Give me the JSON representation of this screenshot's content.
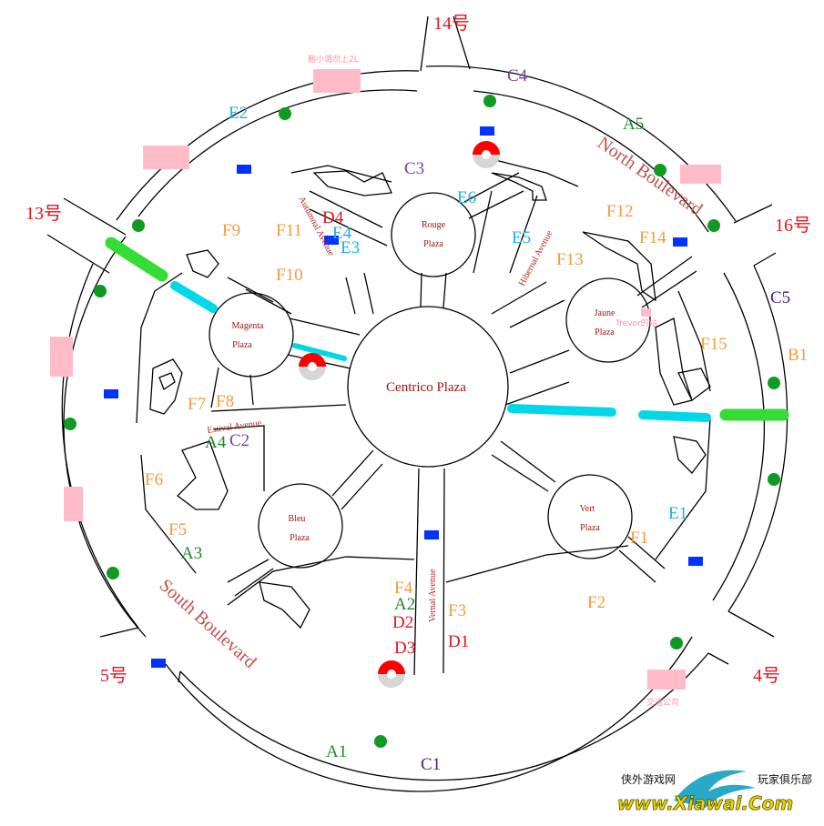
{
  "colors": {
    "red_label": "#e4141b",
    "orange_label": "#f09c3c",
    "blue_label": "#1bb2de",
    "green_label": "#1a8a2a",
    "purple_label": "#7a3fa0",
    "dark_purple_label": "#4b1a8a",
    "road_label": "#b22222",
    "boulevard_label": "#c0504d",
    "pink_marker": "#ffbcc8",
    "blue_marker": "#0033ff",
    "green_dot": "#0f9a22",
    "cyan_bar": "#00d8ea",
    "lime_bar": "#36dc36",
    "pokeball_red": "#ff0000",
    "pokeball_grey": "#d6d6d6"
  },
  "gates": {
    "north": "14号",
    "west": "13号",
    "east": "16号",
    "southwest": "5号",
    "southeast": "4号"
  },
  "plazas": {
    "center": "Centrico Plaza",
    "rouge": [
      "Rouge",
      "Plaza"
    ],
    "magenta": [
      "Magenta",
      "Plaza"
    ],
    "jaune": [
      "Jaune",
      "Plaza"
    ],
    "bleu": [
      "Bleu",
      "Plaza"
    ],
    "vert": [
      "Vert",
      "Plaza"
    ]
  },
  "streets": {
    "autumnal": "Autumnal Avenue",
    "hibernal": "Hibernal Avenue",
    "estival": "Estival Avenue",
    "vernal": "Vernal Avenue",
    "north_blvd": "North Boulevard",
    "south_blvd": "South Boulevard"
  },
  "notes": {
    "top": "删小谓勿上2L",
    "jaune": "Trevor的站",
    "bottom_right": "交通公司"
  },
  "watermark": {
    "left": "侠外游戏网",
    "right": "玩家俱乐部",
    "url": "www.Xiawai.Com"
  },
  "spots": {
    "A1": "A1",
    "A2": "A2",
    "A3": "A3",
    "A4": "A4",
    "A5": "A5",
    "B1": "B1",
    "C1": "C1",
    "C2": "C2",
    "C3": "C3",
    "C4": "C4",
    "C5": "C5",
    "D1": "D1",
    "D2": "D2",
    "D3": "D3",
    "D4": "D4",
    "E1": "E1",
    "E2": "E2",
    "E3": "E3",
    "E4": "E4",
    "E5": "E5",
    "E6": "E6",
    "F1": "F1",
    "F2": "F2",
    "F3": "F3",
    "F4": "F4",
    "F5": "F5",
    "F6": "F6",
    "F7": "F7",
    "F8": "F8",
    "F9": "F9",
    "F10": "F10",
    "F11": "F11",
    "F12": "F12",
    "F13": "F13",
    "F14": "F14",
    "F15": "F15"
  }
}
